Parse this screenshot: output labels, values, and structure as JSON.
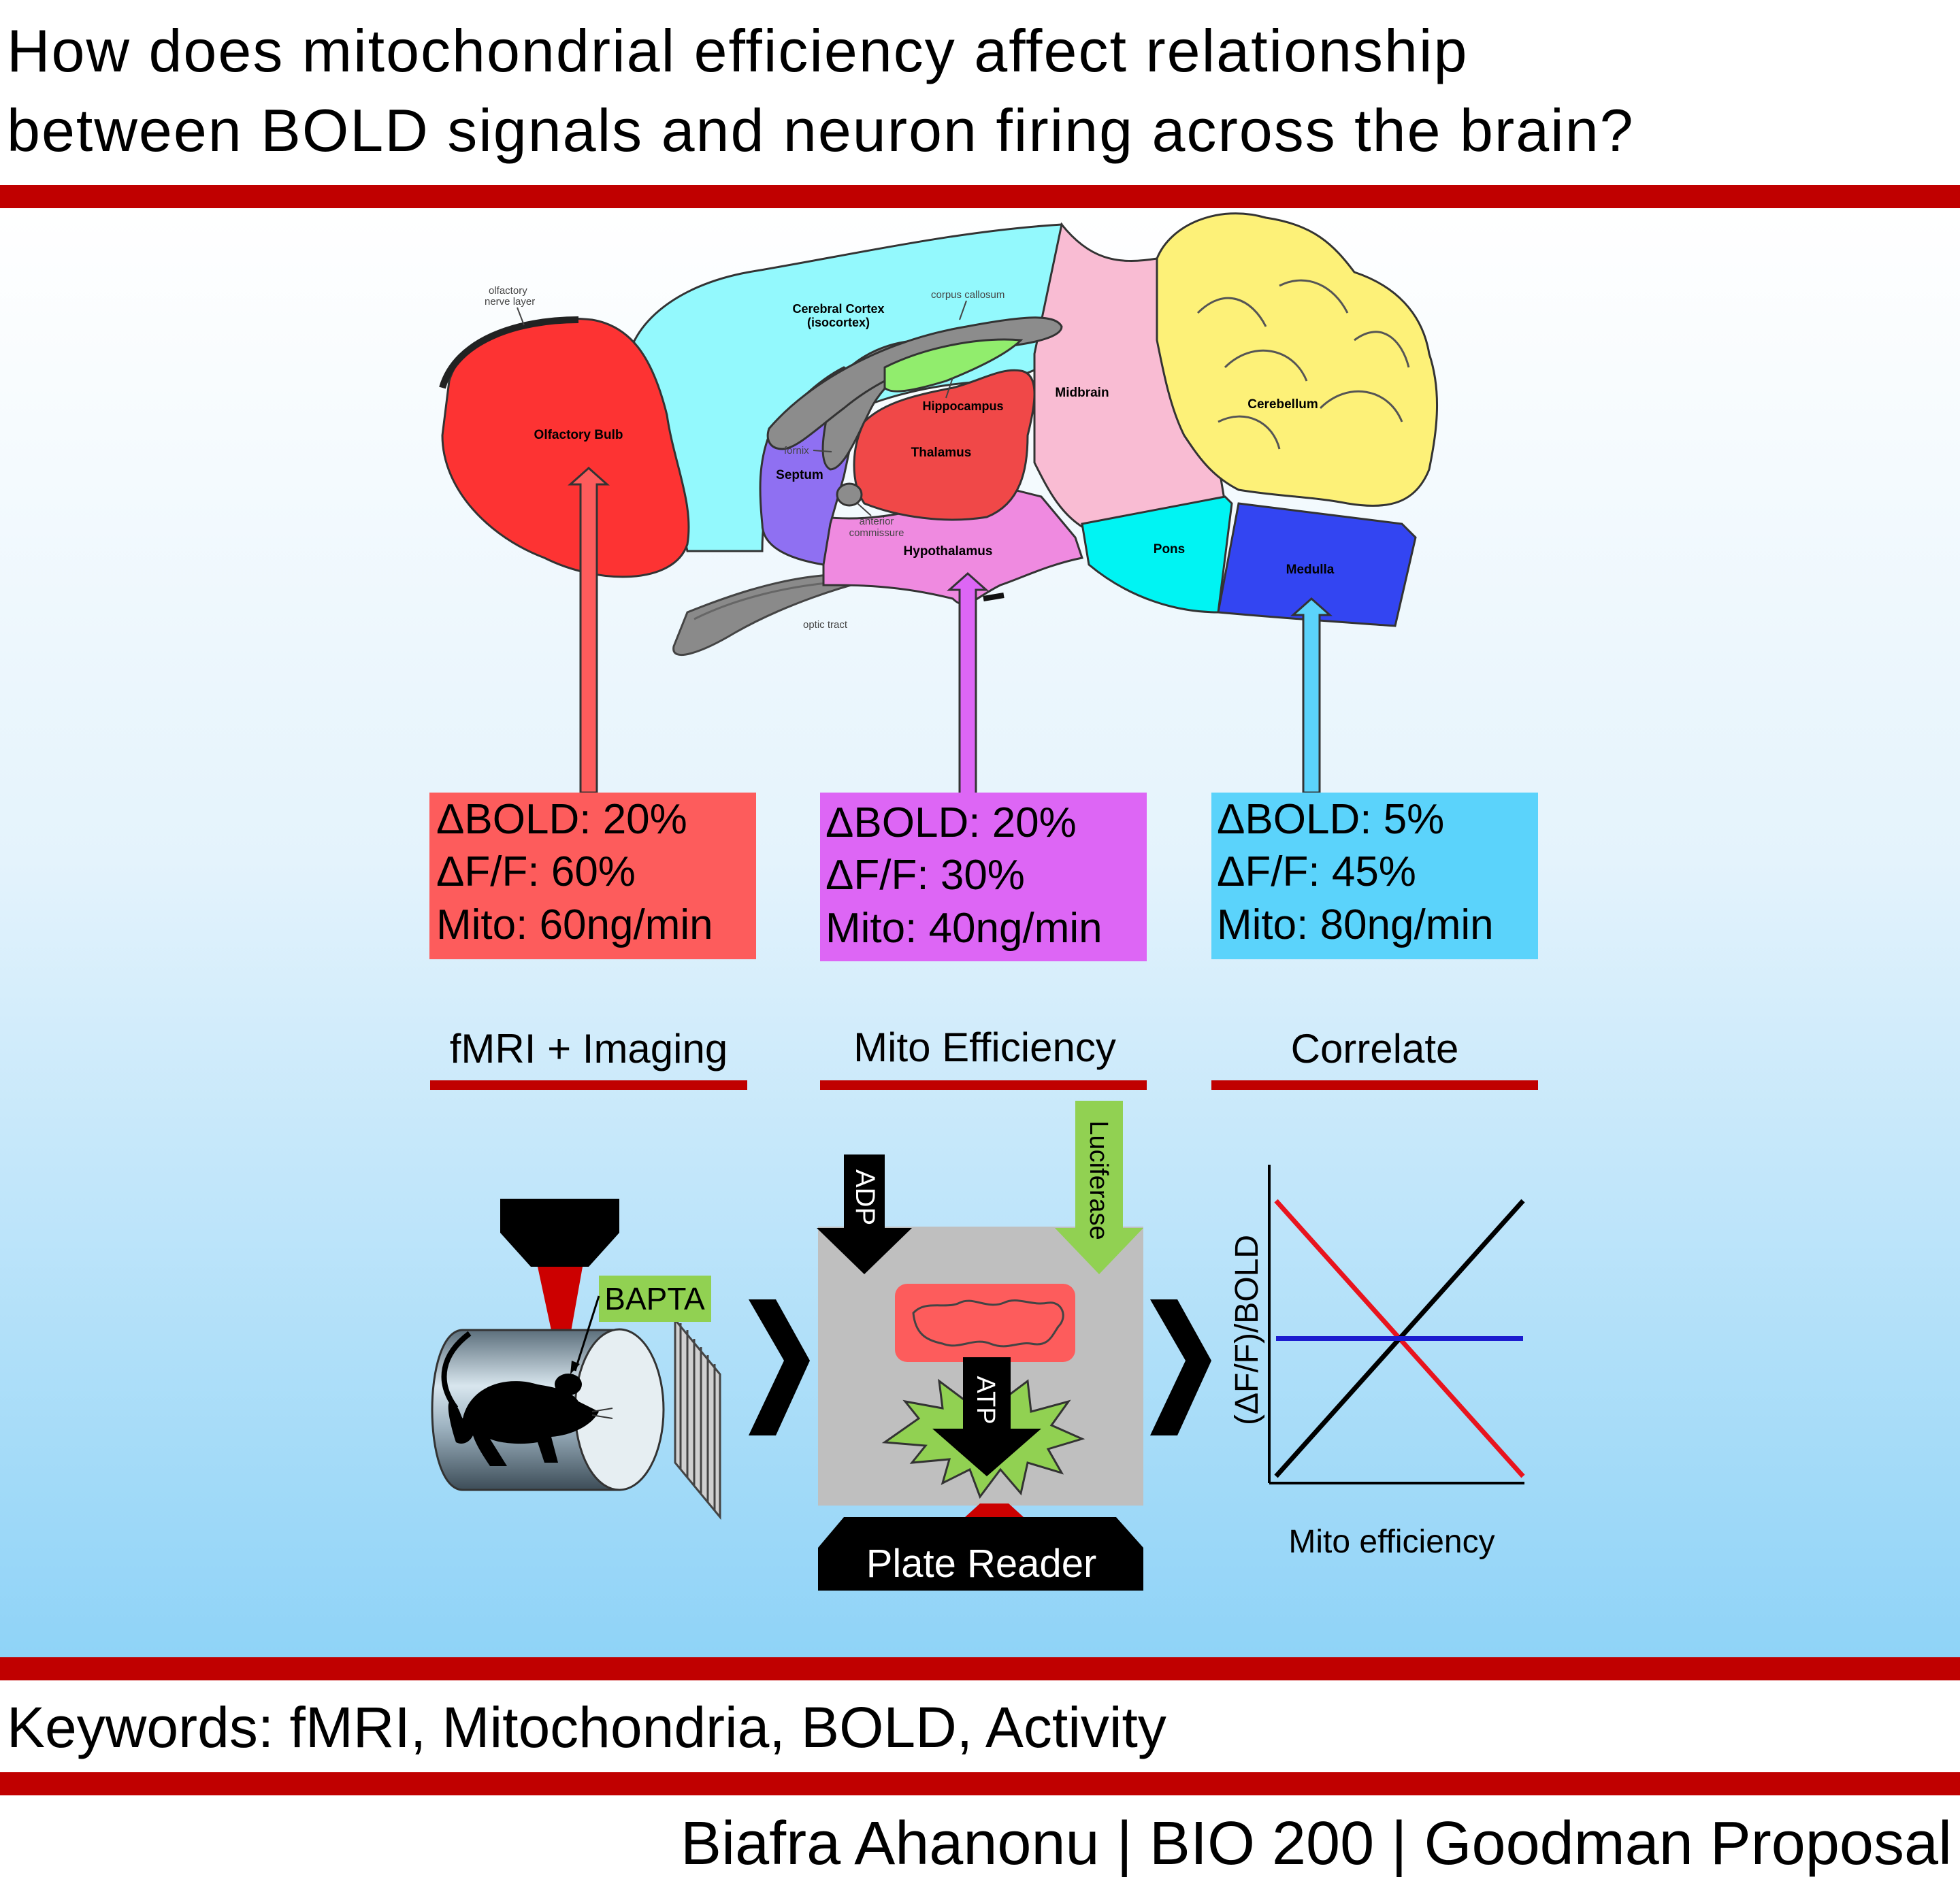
{
  "title_line1": "How does mitochondrial efficiency affect relationship",
  "title_line2": "between BOLD signals and neuron firing across the brain?",
  "brain": {
    "labels": {
      "olfactory_nerve_layer_1": "olfactory",
      "olfactory_nerve_layer_2": "nerve layer",
      "cortex_1": "Cerebral Cortex",
      "cortex_2": "(isocortex)",
      "corpus_callosum": "corpus callosum",
      "hippocampus": "Hippocampus",
      "midbrain": "Midbrain",
      "cerebellum": "Cerebellum",
      "olfactory_bulb": "Olfactory Bulb",
      "fornix": "fornix",
      "septum": "Septum",
      "thalamus": "Thalamus",
      "anterior_commissure_1": "anterior",
      "anterior_commissure_2": "commissure",
      "hypothalamus": "Hypothalamus",
      "pons": "Pons",
      "medulla": "Medulla",
      "optic_tract": "optic tract"
    }
  },
  "regions": [
    {
      "bold": "ΔBOLD: 20%",
      "df": "ΔF/F: 60%",
      "mito": "Mito: 60ng/min",
      "color": "#fd5c5c",
      "arrow": "#fd5c5c"
    },
    {
      "bold": "ΔBOLD: 20%",
      "df": "ΔF/F: 30%",
      "mito": "Mito: 40ng/min",
      "color": "#dd66f5",
      "arrow": "#dd66f5"
    },
    {
      "bold": "ΔBOLD: 5%",
      "df": "ΔF/F: 45%",
      "mito": "Mito: 80ng/min",
      "color": "#5bd3fb",
      "arrow": "#5bd3fb"
    }
  ],
  "steps": [
    "fMRI + Imaging",
    "Mito Efficiency",
    "Correlate"
  ],
  "workflow": {
    "bapta": "BAPTA",
    "adp": "ADP",
    "luciferase": "Luciferase",
    "atp": "ATP",
    "plate_reader": "Plate Reader"
  },
  "chart_data": {
    "type": "line",
    "xlabel": "Mito efficiency",
    "ylabel": "(ΔF/F)/BOLD",
    "x": [
      0,
      1
    ],
    "series": [
      {
        "color": "#e8141e",
        "values": [
          1,
          0
        ]
      },
      {
        "color": "#000000",
        "values": [
          0,
          1
        ]
      },
      {
        "color": "#1c1ccf",
        "values": [
          0.5,
          0.5
        ]
      }
    ],
    "grid": false
  },
  "keywords": "Keywords: fMRI, Mitochondria, BOLD, Activity",
  "footer": "Biafra Ahanonu | BIO 200 | Goodman Proposal",
  "colors": {
    "accent_red": "#c00000",
    "bg_top": "#ffffff",
    "bg_bottom": "#8fd3f7"
  }
}
